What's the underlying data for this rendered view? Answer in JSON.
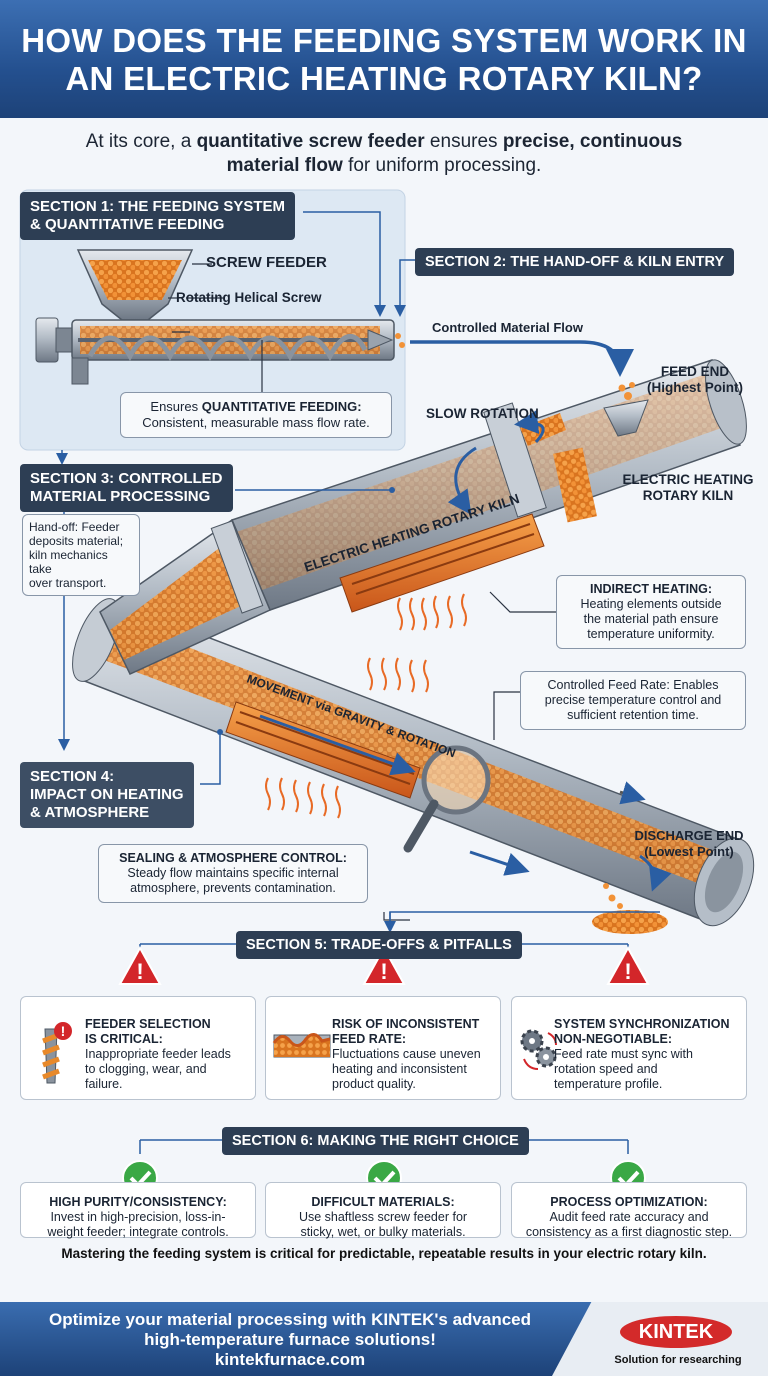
{
  "header": {
    "title": "HOW DOES THE FEEDING SYSTEM WORK IN AN ELECTRIC HEATING ROTARY KILN?"
  },
  "intro": {
    "p1": "At its core, a ",
    "b1": "quantitative screw feeder",
    "p2": " ensures ",
    "b2": "precise, continuous material flow",
    "p3": " for uniform processing."
  },
  "section1": {
    "label_line1": "SECTION 1: THE FEEDING SYSTEM",
    "label_line2": "& QUANTITATIVE FEEDING",
    "screw_feeder": "SCREW FEEDER",
    "helical_screw": "Rotating Helical Screw",
    "note_pre": "Ensures ",
    "note_bold": "QUANTITATIVE FEEDING:",
    "note_line2": "Consistent, measurable mass flow rate."
  },
  "section2": {
    "label": "SECTION 2: THE HAND-OFF & KILN ENTRY",
    "controlled_flow": "Controlled Material Flow",
    "feed_end": "FEED END",
    "feed_end_sub": "(Highest Point)",
    "slow_rotation": "SLOW ROTATION",
    "kiln_label_line1": "ELECTRIC HEATING",
    "kiln_label_line2": "ROTARY KILN",
    "kiln_body_text": "ELECTRIC HEATING ROTARY KILN"
  },
  "section3": {
    "label_line1": "SECTION 3: CONTROLLED",
    "label_line2": "MATERIAL PROCESSING",
    "handoff_line1": "Hand-off: Feeder",
    "handoff_line2": "deposits material;",
    "handoff_line3": "kiln mechanics take",
    "handoff_line4": "over transport.",
    "indirect_title": "INDIRECT HEATING:",
    "indirect_line1": "Heating elements outside",
    "indirect_line2": "the material path ensure",
    "indirect_line3": "temperature uniformity.",
    "feedrate_line1": "Controlled Feed Rate: Enables",
    "feedrate_line2": "precise temperature control and",
    "feedrate_line3": "sufficient retention time.",
    "movement": "MOVEMENT via GRAVITY & ROTATION"
  },
  "section4": {
    "label_line1": "SECTION 4:",
    "label_line2": "IMPACT ON HEATING",
    "label_line3": "& ATMOSPHERE",
    "sealing_title": "SEALING & ATMOSPHERE CONTROL:",
    "sealing_line1": "Steady flow maintains specific internal",
    "sealing_line2": "atmosphere, prevents contamination.",
    "discharge_end": "DISCHARGE END",
    "discharge_sub": "(Lowest Point)"
  },
  "section5": {
    "label": "SECTION 5: TRADE-OFFS & PITFALLS",
    "cards": [
      {
        "title1": "FEEDER SELECTION",
        "title2": "IS CRITICAL:",
        "line1": "Inappropriate feeder leads",
        "line2": "to clogging, wear, and",
        "line3": "failure."
      },
      {
        "title1": "RISK OF INCONSISTENT",
        "title2": "FEED RATE:",
        "line1": "Fluctuations cause uneven",
        "line2": "heating and inconsistent",
        "line3": "product quality."
      },
      {
        "title1": "SYSTEM SYNCHRONIZATION",
        "title2": "NON-NEGOTIABLE:",
        "line1": "Feed rate must sync with",
        "line2": "rotation speed and",
        "line3": "temperature profile."
      }
    ]
  },
  "section6": {
    "label": "SECTION 6: MAKING THE RIGHT CHOICE",
    "choices": [
      {
        "title": "HIGH PURITY/CONSISTENCY:",
        "line1": "Invest in high-precision, loss-in-",
        "line2": "weight feeder; integrate controls."
      },
      {
        "title": "DIFFICULT MATERIALS:",
        "line1": "Use shaftless screw feeder for",
        "line2": "sticky, wet, or bulky materials."
      },
      {
        "title": "PROCESS OPTIMIZATION:",
        "line1": "Audit feed rate accuracy and",
        "line2": "consistency as a first diagnostic step."
      }
    ]
  },
  "closing": "Mastering the feeding system is critical for predictable, repeatable results in your electric rotary kiln.",
  "footer": {
    "cta_line1": "Optimize your material processing with KINTEK's advanced",
    "cta_line2": "high-temperature furnace solutions!",
    "url": "kintekfurnace.com",
    "brand": "KINTEK",
    "tagline": "Solution for researching"
  },
  "colors": {
    "navy": "#2d3e54",
    "header_blue": "#24508f",
    "kiln_steel": "#a9b2bc",
    "material_orange": "#e8892a",
    "warning_red": "#d3262a",
    "check_green": "#3aa845"
  }
}
